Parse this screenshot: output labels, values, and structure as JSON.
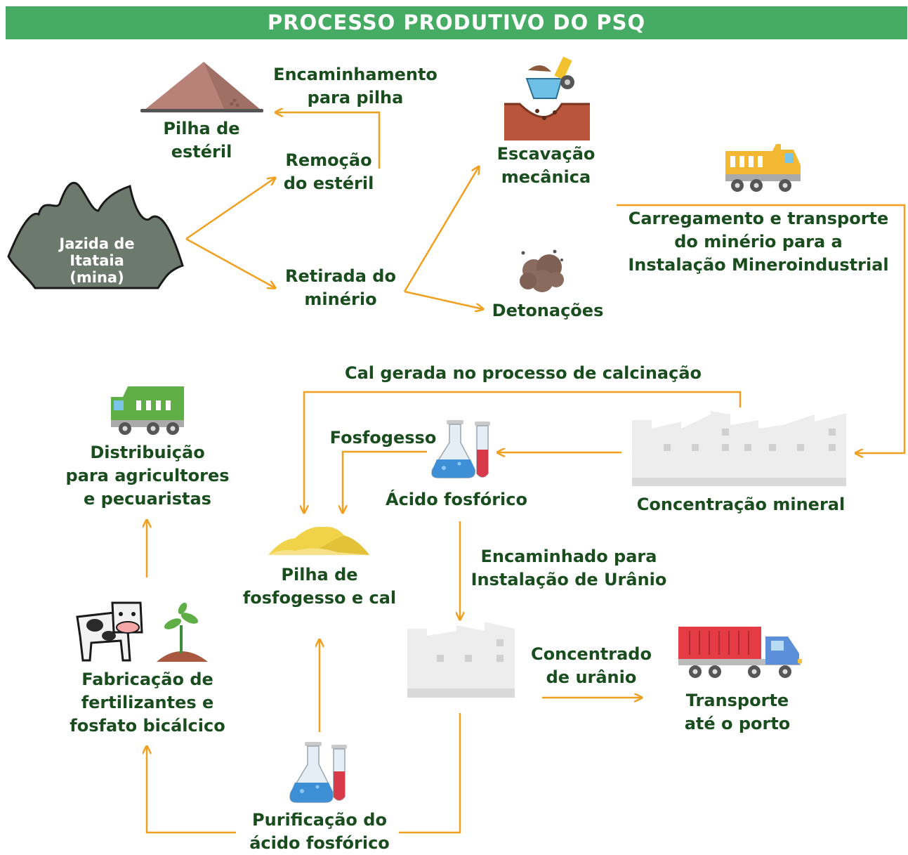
{
  "title": "PROCESSO PRODUTIVO DO PSQ",
  "colors": {
    "header_green": "#46ab63",
    "label_green": "#1a4d1e",
    "arrow_orange": "#f0a01e"
  },
  "nodes": {
    "jazida": {
      "lines": [
        "Jazida de",
        "Itataia",
        "(mina)"
      ],
      "icon": "mountain-icon"
    },
    "pilha_esteril": {
      "lines": [
        "Pilha de",
        "estéril"
      ],
      "icon": "dirt-pile-icon"
    },
    "encaminhamento_pilha": {
      "lines": [
        "Encaminhamento",
        "para pilha"
      ]
    },
    "remocao_esteril": {
      "lines": [
        "Remoção",
        "do estéril"
      ]
    },
    "retirada_minerio": {
      "lines": [
        "Retirada do",
        "minério"
      ]
    },
    "escavacao": {
      "lines": [
        "Escavação",
        "mecânica"
      ],
      "icon": "excavator-icon"
    },
    "detonacoes": {
      "lines": [
        "Detonações"
      ],
      "icon": "explosion-smoke-icon"
    },
    "carregamento": {
      "lines": [
        "Carregamento e transporte",
        "do minério para a",
        "Instalação Mineroindustrial"
      ],
      "icon": "dump-truck-yellow-icon"
    },
    "cal_gerada": {
      "lines": [
        "Cal gerada no processo de calcinação"
      ]
    },
    "concentracao_mineral": {
      "lines": [
        "Concentração mineral"
      ],
      "icon": "factory-icon"
    },
    "fosfogesso": {
      "lines": [
        "Fosfogesso"
      ]
    },
    "acido_fosforico": {
      "lines": [
        "Ácido fosfórico"
      ],
      "icon": "flask-icon"
    },
    "pilha_fosfogesso": {
      "lines": [
        "Pilha de",
        "fosfogesso e cal"
      ],
      "icon": "yellow-pile-icon"
    },
    "distribuicao": {
      "lines": [
        "Distribuição",
        "para agricultores",
        "e pecuaristas"
      ],
      "icon": "dump-truck-green-icon"
    },
    "encaminhado_uranio": {
      "lines": [
        "Encaminhado para",
        "Instalação de Urânio"
      ]
    },
    "fabricacao": {
      "lines": [
        "Fabricação de",
        "fertilizantes e",
        "fosfato bicálcico"
      ],
      "icon": "cow-plant-icon"
    },
    "concentrado_uranio": {
      "lines": [
        "Concentrado",
        "de urânio"
      ]
    },
    "transporte_porto": {
      "lines": [
        "Transporte",
        "até o porto"
      ],
      "icon": "container-truck-icon"
    },
    "purificacao": {
      "lines": [
        "Purificação do",
        "ácido fosfórico"
      ],
      "icon": "flask-icon"
    }
  }
}
